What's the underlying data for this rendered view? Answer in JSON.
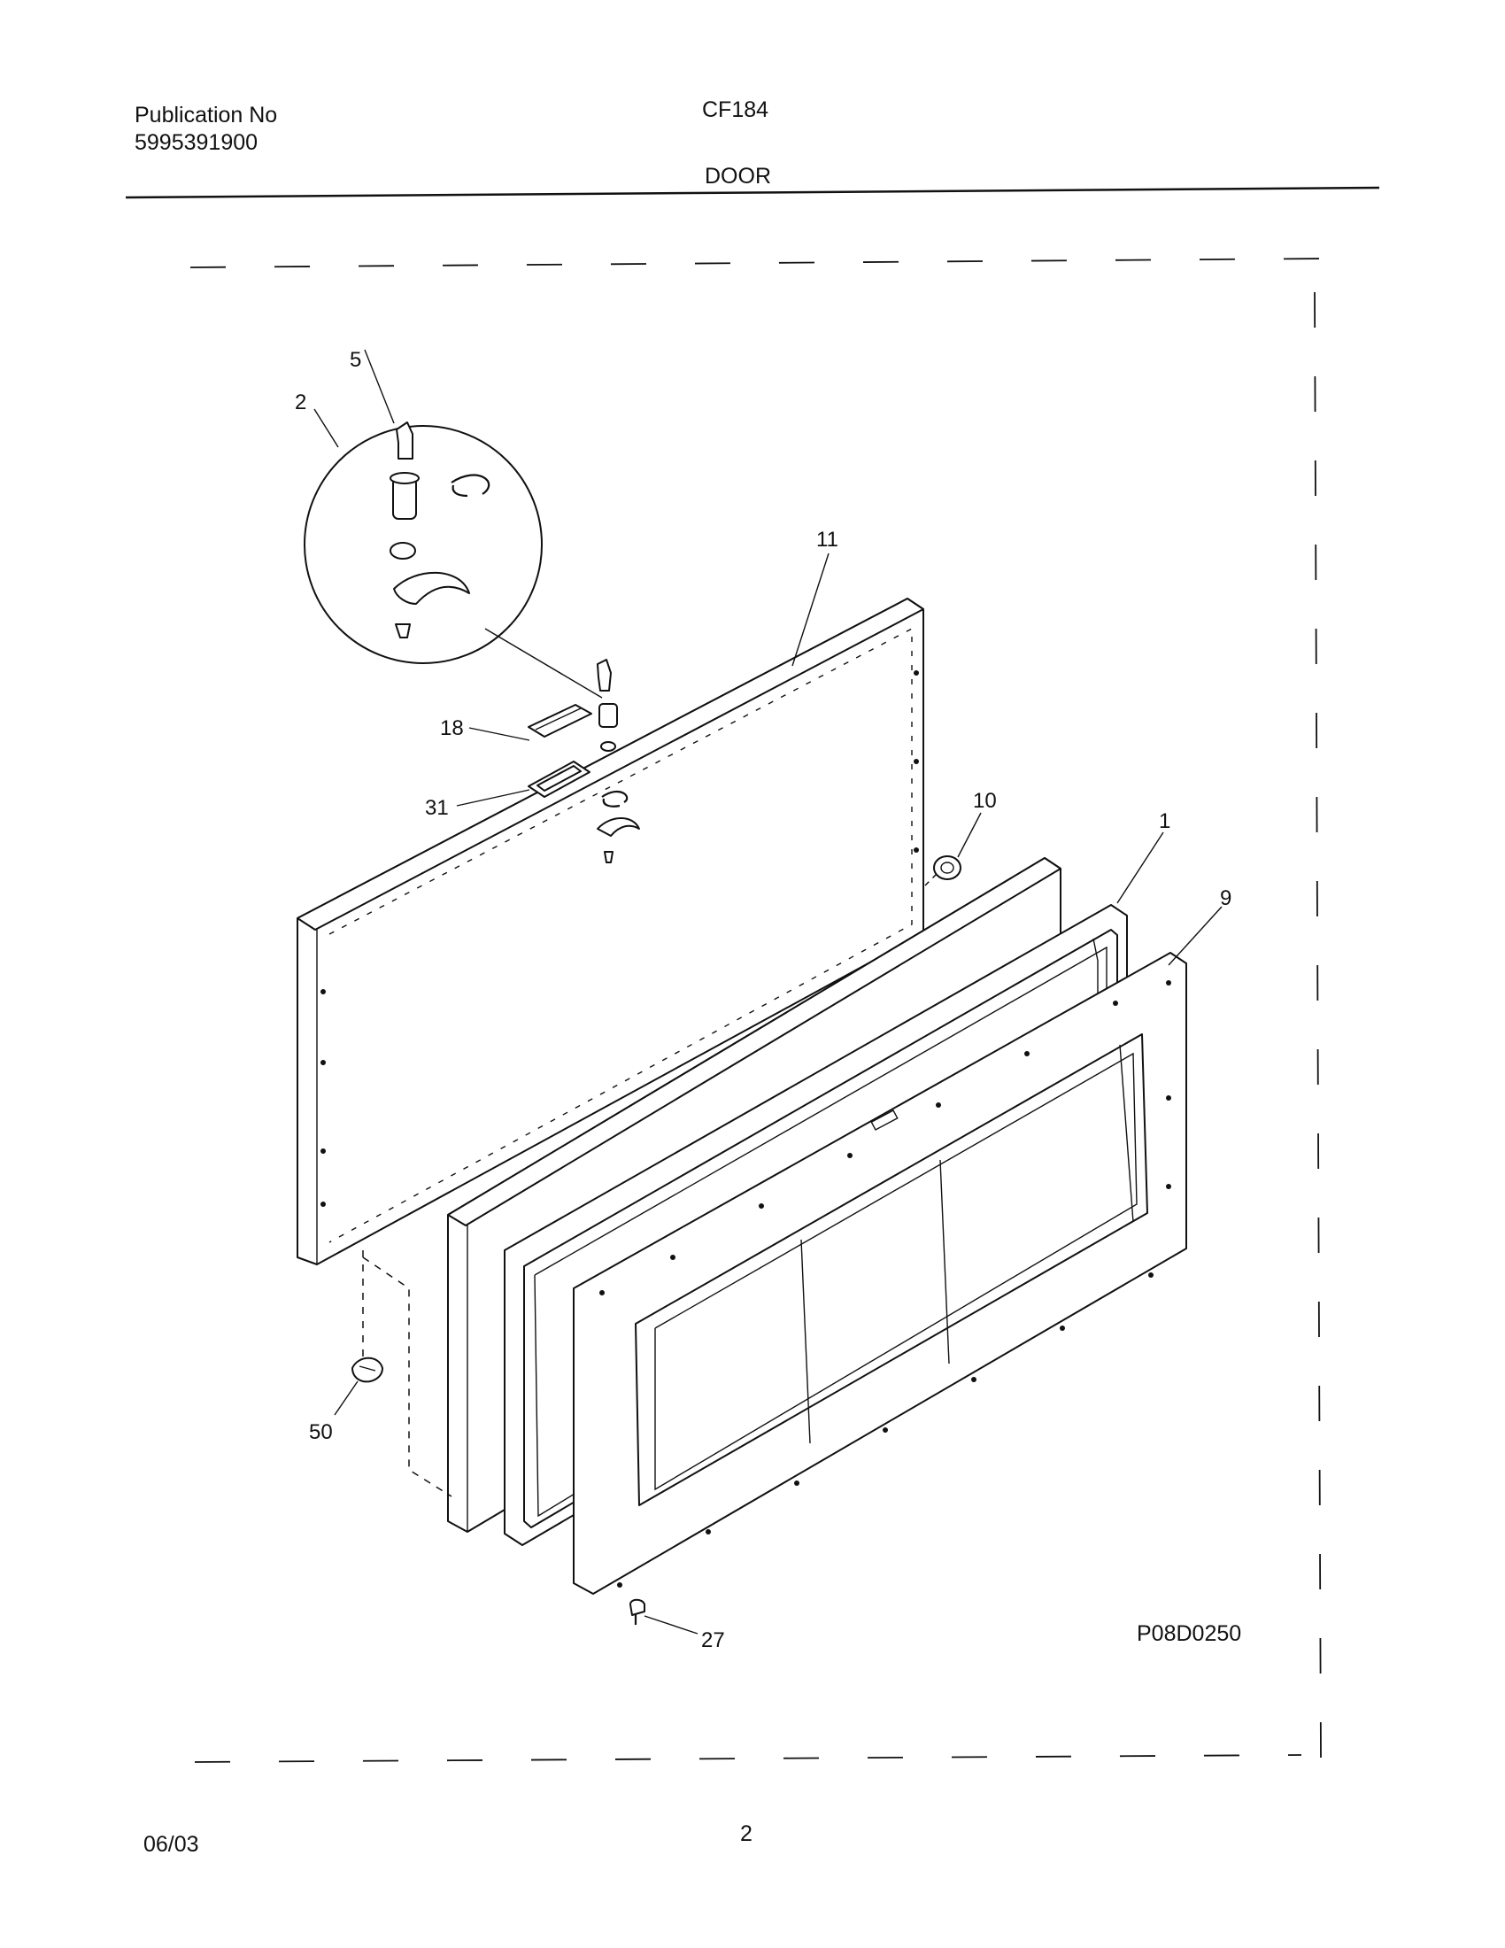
{
  "header": {
    "publication_label": "Publication No",
    "publication_number": "5995391900",
    "model": "CF184",
    "section": "DOOR"
  },
  "diagram": {
    "code": "P08D0250",
    "callouts": {
      "c1": "1",
      "c2": "2",
      "c5": "5",
      "c9": "9",
      "c10": "10",
      "c11": "11",
      "c18": "18",
      "c27": "27",
      "c31": "31",
      "c50": "50"
    }
  },
  "footer": {
    "date": "06/03",
    "page": "2"
  }
}
